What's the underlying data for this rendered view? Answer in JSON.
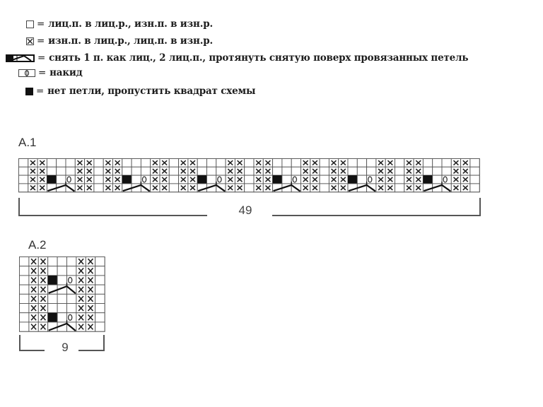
{
  "legend": {
    "items": [
      {
        "symbol": "white-square",
        "equals": "=",
        "text": "лиц.п. в лиц.р., изн.п. в изн.р."
      },
      {
        "symbol": "crossed-square",
        "equals": "=",
        "text": "изн.п. в лиц.р., лиц.п. в изн.р."
      },
      {
        "symbol": "slip-knit-psso",
        "equals": "=",
        "text": "снять 1 п. как лиц., 2 лиц.п., протянуть снятую поверх провязанных петель"
      },
      {
        "symbol": "yarn-over",
        "equals": "=",
        "text": "накид"
      },
      {
        "symbol": "black-square",
        "equals": "=",
        "text": "нет петли, пропустить квадрат схемы"
      }
    ]
  },
  "charts": {
    "a1": {
      "label": "A.1",
      "stitches": "49",
      "columns": 49,
      "rows": 4,
      "repeat": [
        "W",
        "X",
        "X",
        "B",
        "W",
        "O",
        "X",
        "X"
      ]
    },
    "a2": {
      "label": "A.2",
      "stitches": "9",
      "columns": 9,
      "rows": 8,
      "pattern": [
        "W",
        "X",
        "X",
        "B",
        "W",
        "O",
        "X",
        "X",
        "W"
      ]
    }
  },
  "colors": {
    "grid_line": "#555555",
    "cross": "#222222",
    "black_cell": "#111111",
    "background": "#ffffff"
  }
}
